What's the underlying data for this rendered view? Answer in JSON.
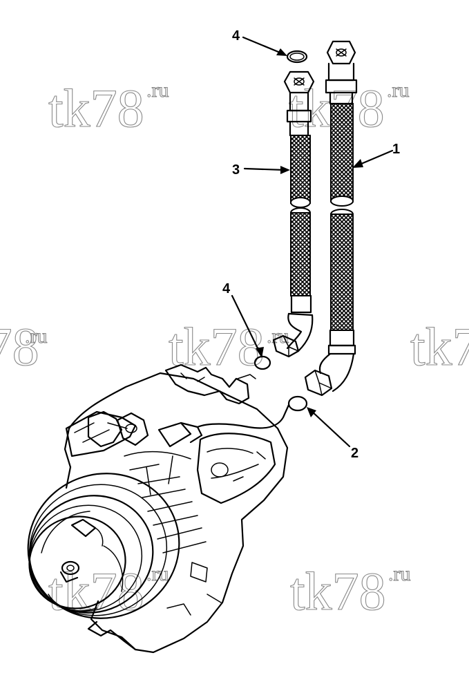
{
  "watermark": {
    "main": "tk78",
    "suffix": ".ru"
  },
  "callouts": {
    "hose_discharge": "1",
    "oring_compressor": "2",
    "hose_suction": "3",
    "oring_top": "4",
    "oring_bottom": "4"
  },
  "colors": {
    "line": "#000000",
    "watermark_outline": "#8a8a8a",
    "background": "#ffffff"
  }
}
